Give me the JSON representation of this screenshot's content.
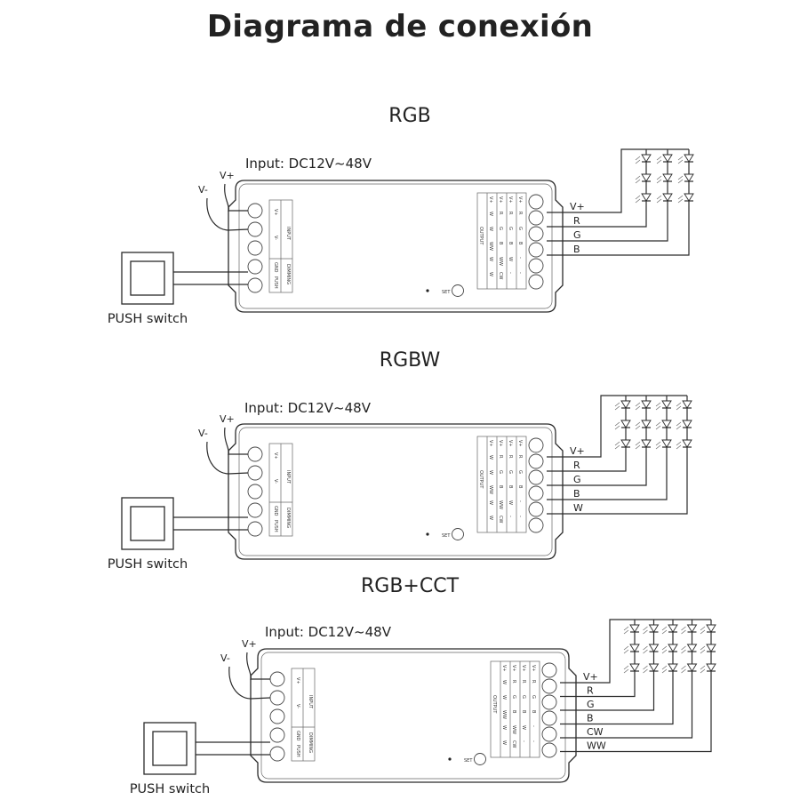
{
  "title": "Diagrama de conexión",
  "sections": [
    {
      "name": "RGB",
      "input_label": "Input: DC12V~48V",
      "vminus": "V-",
      "vplus": "V+",
      "push_label": "PUSH switch",
      "output_labels": [
        "V+",
        "R",
        "G",
        "B"
      ],
      "led_columns": 3
    },
    {
      "name": "RGBW",
      "input_label": "Input: DC12V~48V",
      "vminus": "V-",
      "vplus": "V+",
      "push_label": "PUSH switch",
      "output_labels": [
        "V+",
        "R",
        "G",
        "B",
        "W"
      ],
      "led_columns": 4
    },
    {
      "name": "RGB+CCT",
      "input_label": "Input: DC12V~48V",
      "vminus": "V-",
      "vplus": "V+",
      "push_label": "PUSH switch",
      "output_labels": [
        "V+",
        "R",
        "G",
        "B",
        "CW",
        "WW"
      ],
      "led_columns": 5
    }
  ],
  "controller": {
    "input_text": "INPUT",
    "dimming_text": "DIMMING",
    "input_cols": [
      "V+",
      "V-"
    ],
    "dimming_cols": [
      "GND",
      "PUSH"
    ],
    "output_text": "OUTPUT",
    "set_label": "SET",
    "output_table": [
      [
        "V+",
        "V+",
        "V+",
        "V+"
      ],
      [
        "W",
        "R",
        "R",
        "R"
      ],
      [
        "W",
        "G",
        "G",
        "G"
      ],
      [
        "WW",
        "B",
        "B",
        "B"
      ],
      [
        "W",
        "WW",
        "W",
        "-"
      ],
      [
        "W",
        "CW",
        "-",
        "-"
      ]
    ]
  }
}
